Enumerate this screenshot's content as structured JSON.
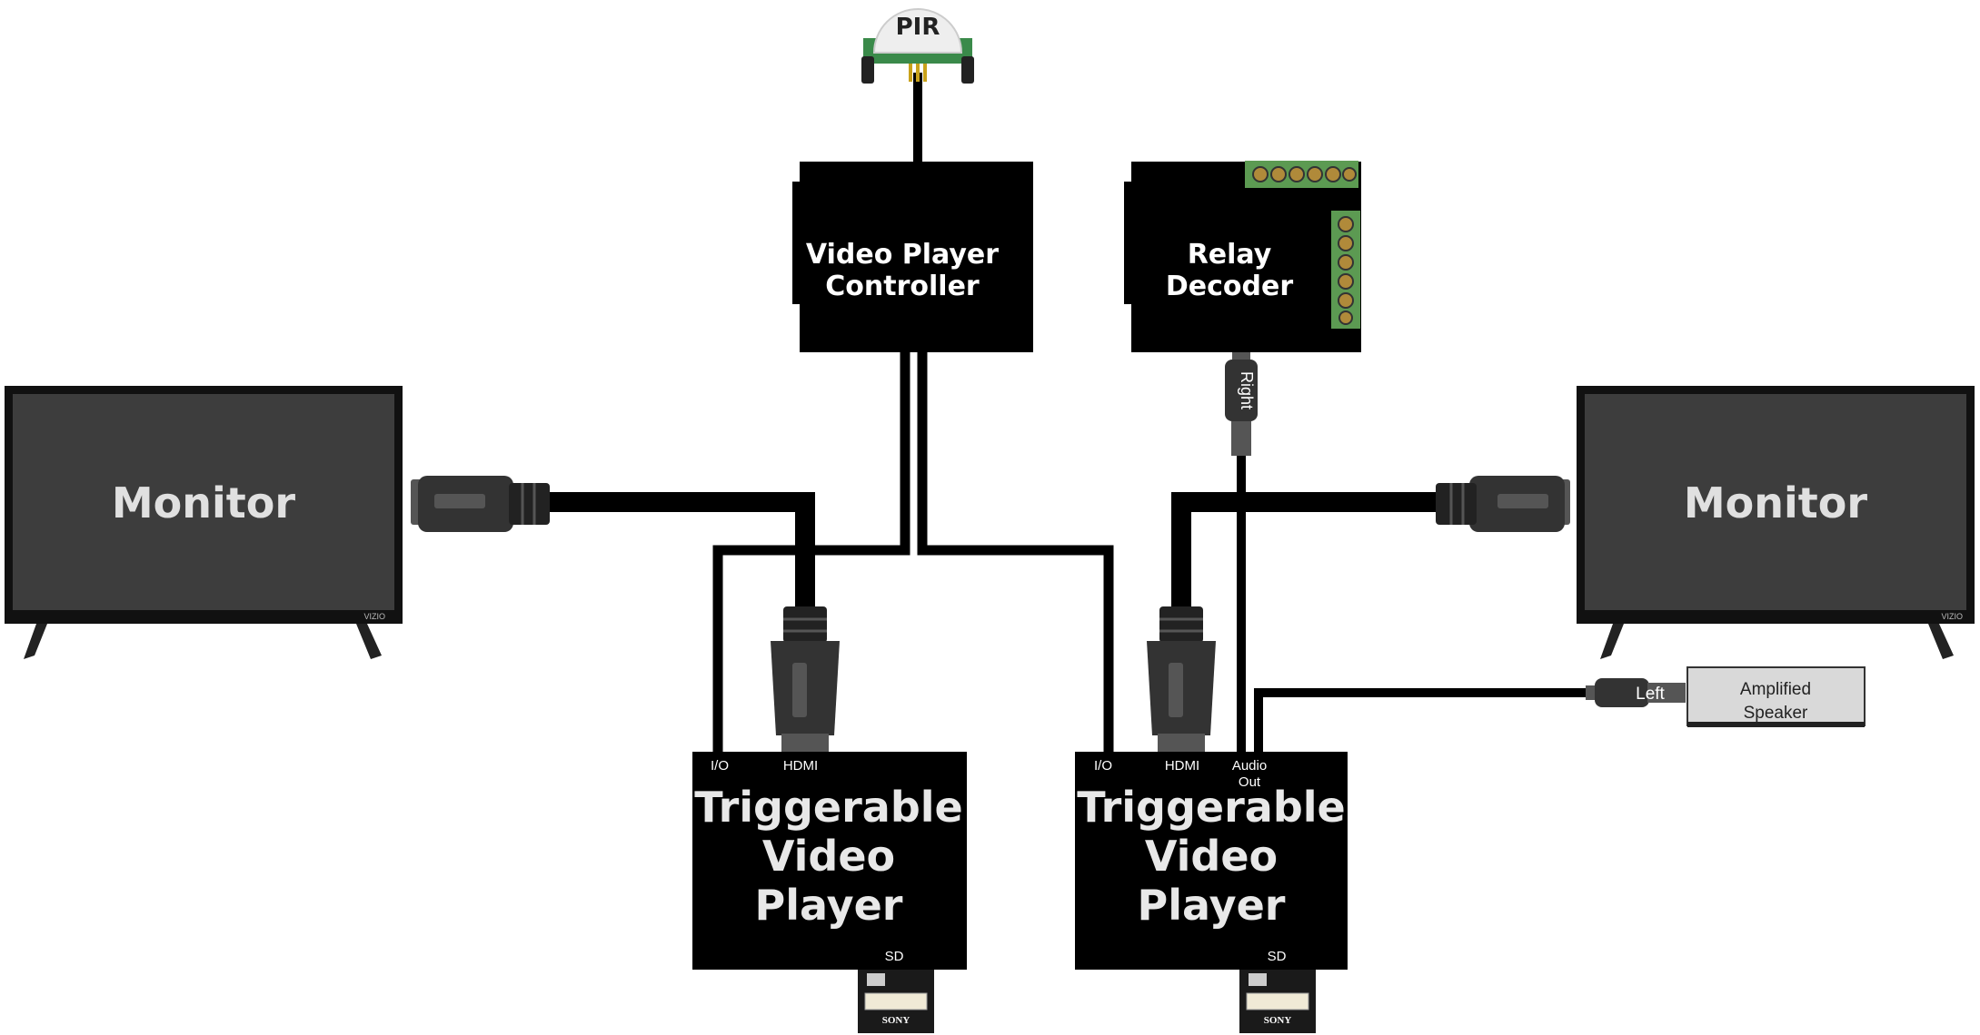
{
  "pir": {
    "label": "PIR"
  },
  "controller": {
    "label_line1": "Video Player",
    "label_line2": "Controller"
  },
  "relay": {
    "label_line1": "Relay",
    "label_line2": "Decoder"
  },
  "monitor_left": {
    "label": "Monitor",
    "brand": "VIZIO"
  },
  "monitor_right": {
    "label": "Monitor",
    "brand": "VIZIO"
  },
  "player_left": {
    "line1": "Triggerable",
    "line2": "Video",
    "line3": "Player",
    "port_io": "I/O",
    "port_hdmi": "HDMI",
    "port_sd": "SD"
  },
  "player_right": {
    "line1": "Triggerable",
    "line2": "Video",
    "line3": "Player",
    "port_io": "I/O",
    "port_hdmi": "HDMI",
    "port_audio_line1": "Audio",
    "port_audio_line2": "Out",
    "port_sd": "SD"
  },
  "audio": {
    "right_label": "Right",
    "left_label": "Left"
  },
  "speaker": {
    "line1": "Amplified",
    "line2": "Speaker"
  },
  "sd_card": {
    "brand": "SONY"
  },
  "colors": {
    "box": "#000000",
    "screen": "#3d3d3d",
    "bezel": "#111111",
    "terminal": "#5c9a52",
    "pcb": "#3a8a4a",
    "speaker_fill": "#d9d9d9",
    "cable_grey": "#555555"
  }
}
